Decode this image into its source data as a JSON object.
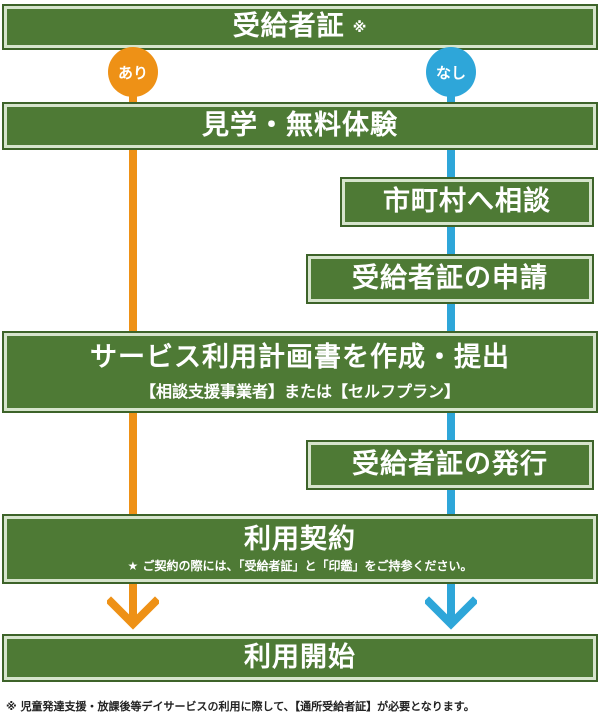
{
  "header": {
    "title": "受給者証",
    "title_mark": "※"
  },
  "branches": {
    "yes_label": "あり",
    "no_label": "なし"
  },
  "steps": {
    "visit": "見学・無料体験",
    "consult_city": "市町村へ相談",
    "apply": "受給者証の申請",
    "plan_title": "サービス利用計画書を作成・提出",
    "plan_sub": "【相談支援事業者】または【セルフプラン】",
    "issue": "受給者証の発行",
    "contract_title": "利用契約",
    "contract_note": "★ ご契約の際には、「受給者証」と「印鑑」をご持参ください。",
    "start": "利用開始"
  },
  "footnote": "※ 児童発達支援・放課後等デイサービスの利用に際して、【通所受給者証】が必要となります。",
  "colors": {
    "box": "#4e7a35",
    "orange": "#ee9116",
    "blue": "#2ea6d9"
  }
}
